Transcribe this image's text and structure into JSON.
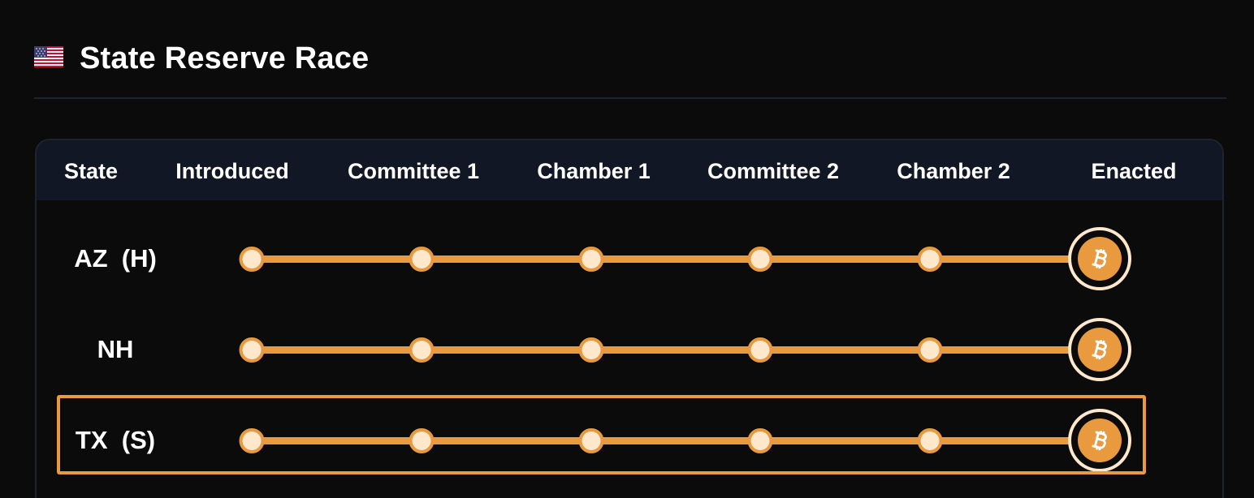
{
  "header": {
    "flag_icon": "us-flag-icon",
    "title": "State Reserve Race"
  },
  "table": {
    "columns": [
      "State",
      "Introduced",
      "Committee 1",
      "Chamber 1",
      "Committee 2",
      "Chamber 2",
      "Enacted"
    ],
    "rows": [
      {
        "state": "AZ  (H)",
        "stages_completed": 6,
        "enacted_icon": "bitcoin-icon",
        "highlighted": false
      },
      {
        "state": "NH",
        "stages_completed": 6,
        "enacted_icon": "bitcoin-icon",
        "highlighted": false
      },
      {
        "state": "TX  (S)",
        "stages_completed": 6,
        "enacted_icon": "bitcoin-icon",
        "highlighted": true
      }
    ]
  },
  "colors": {
    "background": "#0b0b0c",
    "header_row": "#111724",
    "accent": "#e99a3e",
    "node_fill": "#fde8cc",
    "divider": "#1f2530"
  }
}
